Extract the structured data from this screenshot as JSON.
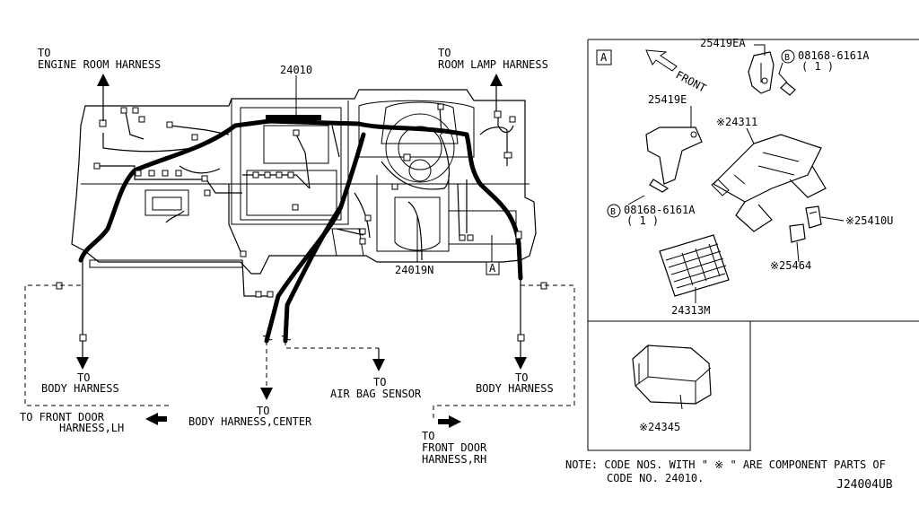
{
  "labels": {
    "to_engine_room": "TO",
    "engine_room": "ENGINE ROOM HARNESS",
    "part_main": "24010",
    "to_room_lamp": "TO",
    "room_lamp": "ROOM LAMP HARNESS",
    "part_24019n": "24019N",
    "callout_a_main": "A",
    "to_body_lh": "TO",
    "body_lh": "BODY HARNESS",
    "to_front_door_lh": "TO FRONT DOOR",
    "front_door_lh": "HARNESS,LH",
    "to_body_center": "TO",
    "body_center": "BODY HARNESS,CENTER",
    "to_airbag": "TO",
    "airbag": "AIR BAG SENSOR",
    "to_body_rh": "TO",
    "body_rh": "BODY HARNESS",
    "to_front_door_rh": "TO",
    "front_door_rh_1": "FRONT DOOR",
    "front_door_rh_2": "HARNESS,RH"
  },
  "detail": {
    "box_label": "A",
    "front": "FRONT",
    "p25419ea": "25419EA",
    "bolt_top_code": "08168-6161A",
    "bolt_top_qty": "( 1 )",
    "p25419e": "25419E",
    "p24311": "※24311",
    "bolt_bottom_code": "08168-6161A",
    "bolt_bottom_qty": "( 1 )",
    "p25410u": "※25410U",
    "p25464": "※25464",
    "p24313m": "24313M",
    "bolt_symbol": "B"
  },
  "detail2": {
    "p24345": "※24345"
  },
  "note": {
    "line1": "NOTE: CODE NOS. WITH \" ※ \" ARE COMPONENT PARTS OF",
    "line2": "CODE NO. 24010."
  },
  "diagram_code": "J24004UB"
}
